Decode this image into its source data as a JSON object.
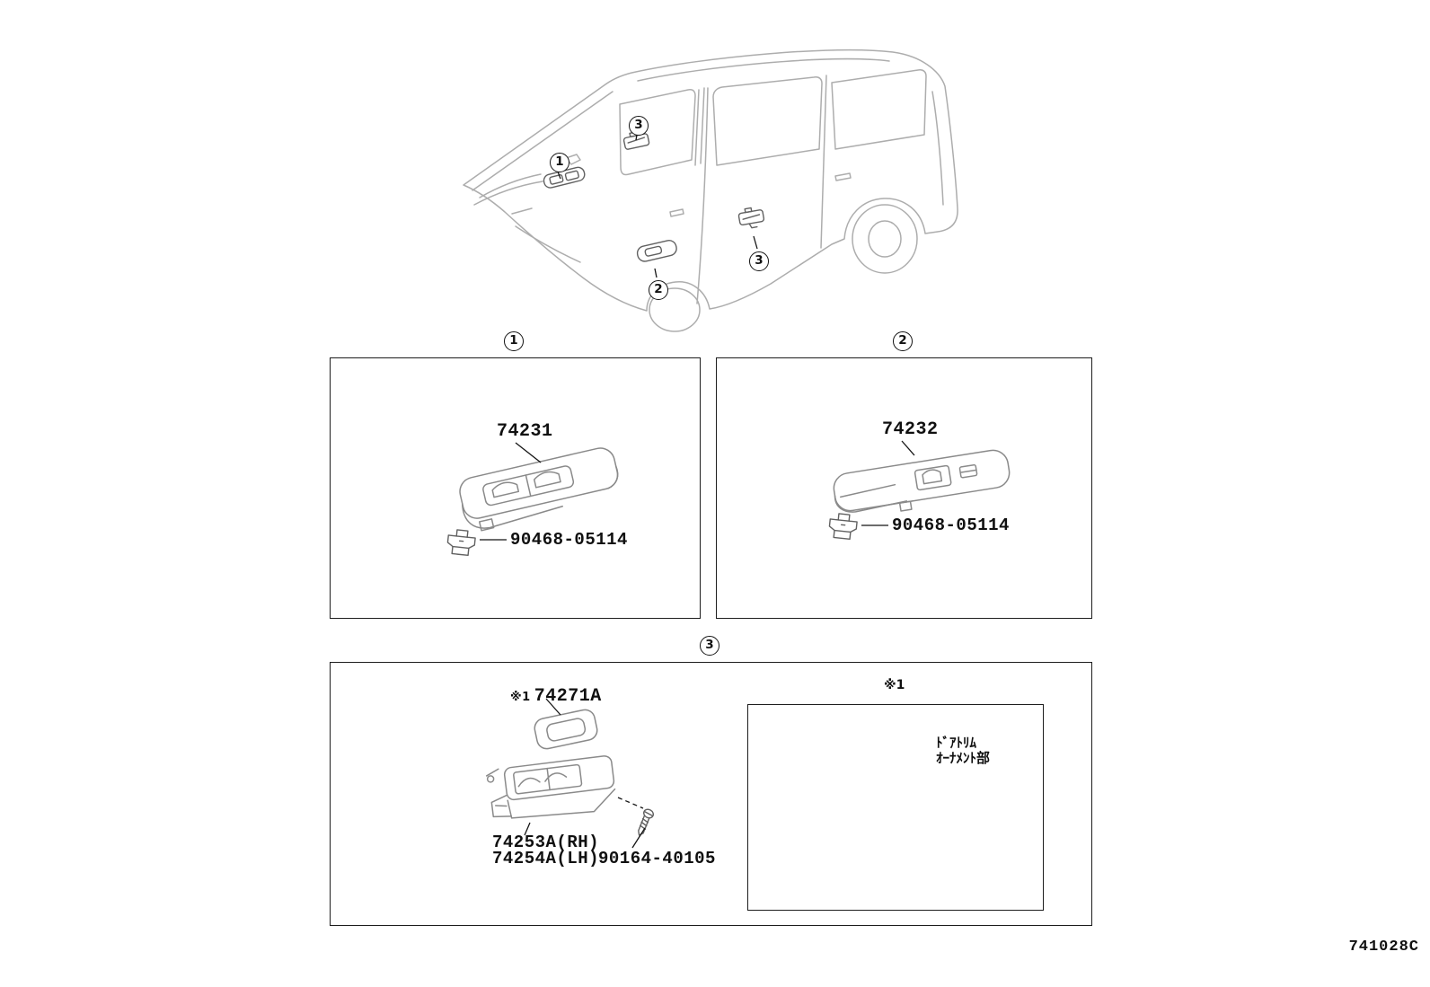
{
  "figure": {
    "code": "741028C"
  },
  "vehicle": {
    "callouts": [
      {
        "label": "1"
      },
      {
        "label": "3"
      },
      {
        "label": "2"
      },
      {
        "label": "3"
      }
    ]
  },
  "detail_boxes": [
    {
      "callout": "1",
      "labels": [
        {
          "text": "74231"
        },
        {
          "text": "90468-05114"
        }
      ]
    },
    {
      "callout": "2",
      "labels": [
        {
          "text": "74232"
        },
        {
          "text": "90468-05114"
        }
      ]
    },
    {
      "callout": "3",
      "labels": [
        {
          "ref": "※1",
          "text": "74271A"
        },
        {
          "text": "74253A(RH)"
        },
        {
          "text": "74254A(LH)"
        },
        {
          "text": "90164-40105"
        }
      ],
      "inset": {
        "ref": "※1",
        "note_line1": "ﾄﾞｱﾄﾘﾑ",
        "note_line2": "ｵｰﾅﾒﾝﾄ部"
      }
    }
  ]
}
